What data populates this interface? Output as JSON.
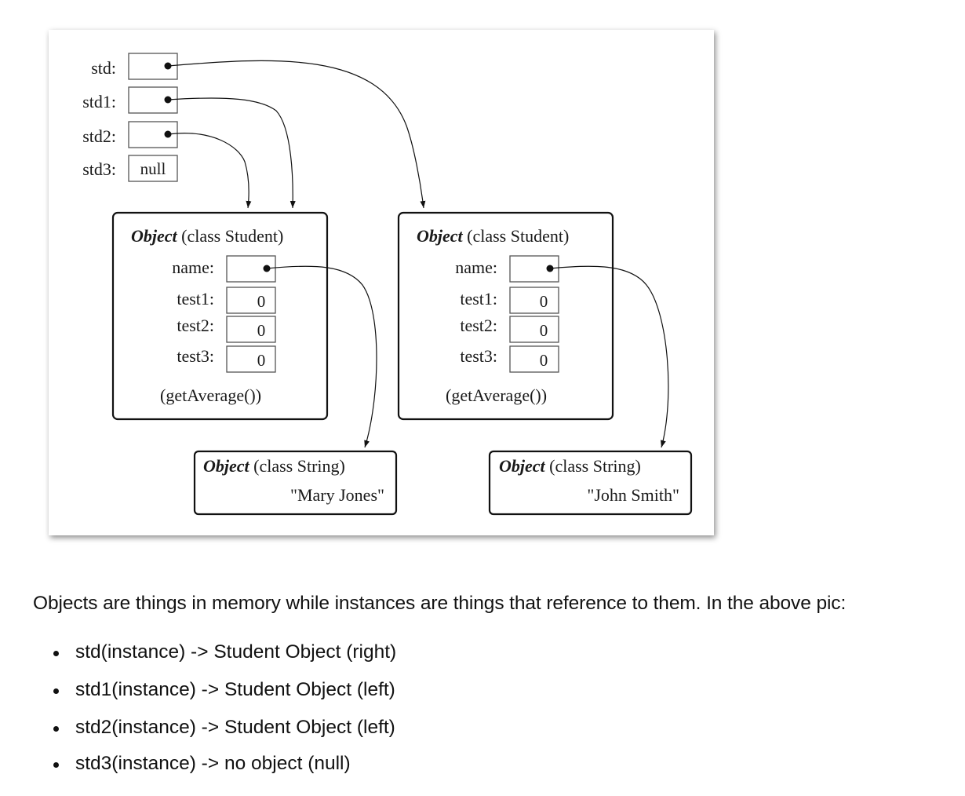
{
  "diagram": {
    "variables": [
      {
        "label": "std:",
        "value": ""
      },
      {
        "label": "std1:",
        "value": ""
      },
      {
        "label": "std2:",
        "value": ""
      },
      {
        "label": "std3:",
        "value": "null"
      }
    ],
    "student_objects": [
      {
        "title_italic": "Object",
        "title_rest": " (class Student)",
        "fields": [
          {
            "label": "name:",
            "value": ""
          },
          {
            "label": "test1:",
            "value": "0"
          },
          {
            "label": "test2:",
            "value": "0"
          },
          {
            "label": "test3:",
            "value": "0"
          }
        ],
        "method": "(getAverage())"
      },
      {
        "title_italic": "Object",
        "title_rest": " (class Student)",
        "fields": [
          {
            "label": "name:",
            "value": ""
          },
          {
            "label": "test1:",
            "value": "0"
          },
          {
            "label": "test2:",
            "value": "0"
          },
          {
            "label": "test3:",
            "value": "0"
          }
        ],
        "method": "(getAverage())"
      }
    ],
    "string_objects": [
      {
        "title_italic": "Object",
        "title_rest": " (class String)",
        "value": "\"Mary Jones\""
      },
      {
        "title_italic": "Object",
        "title_rest": " (class String)",
        "value": "\"John Smith\""
      }
    ]
  },
  "caption": "Objects are things in memory while instances are things that reference to them. In the above pic:",
  "bullets": [
    "std(instance) -> Student Object (right)",
    "std1(instance) -> Student Object (left)",
    "std2(instance) -> Student Object (left)",
    "std3(instance) -> no object (null)"
  ]
}
